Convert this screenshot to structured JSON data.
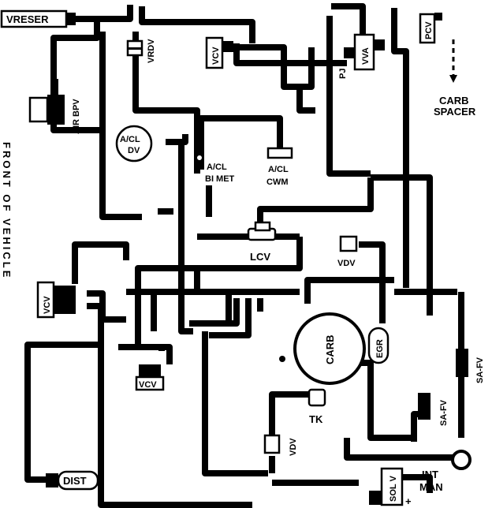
{
  "labels": {
    "vreser": "VRESER",
    "vrdv": "VRDV",
    "vcv_top": "VCV",
    "vva": "VVA",
    "pj": "PJ",
    "pcv": "PCV",
    "carb_spacer": [
      "CARB",
      "SPACER"
    ],
    "air_bpv": "AIR BPV",
    "acl_dv": [
      "A/CL",
      "DV"
    ],
    "acl_bimet": [
      "A/CL",
      "BI MET"
    ],
    "acl_cwm": [
      "A/CL",
      "CWM"
    ],
    "lcv": "LCV",
    "vdv_mid": "VDV",
    "front_of_vehicle": "FRONT OF VEHICLE",
    "vcv_left": "VCV",
    "vcv_bottom": "VCV",
    "carb": "CARB",
    "egr": "EGR",
    "tk": "TK",
    "vdv_low": "VDV",
    "sa_fv_upper": "SA-FV",
    "sa_fv_lower": "SA-FV",
    "dist": "DIST",
    "sol_v": "SOL V",
    "int_man": [
      "INT",
      "MAN"
    ],
    "plus": "+"
  }
}
